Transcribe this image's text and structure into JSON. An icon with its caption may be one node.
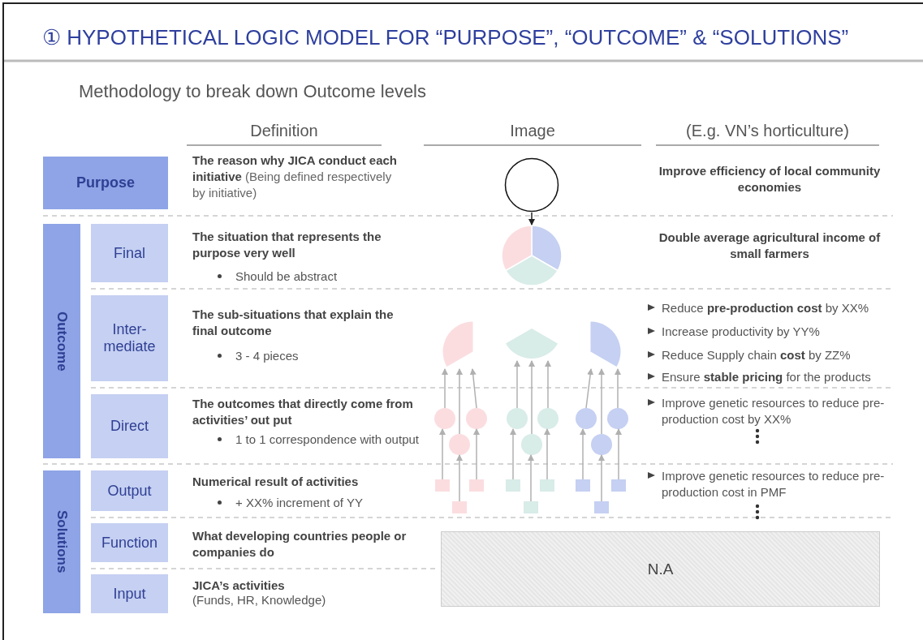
{
  "diagram": {
    "title": "① HYPOTHETICAL LOGIC MODEL FOR “PURPOSE”, “OUTCOME” & “SOLUTIONS”",
    "nodes": [
      {
        "text": [
          "Purpose"
        ]
      },
      {
        "text": [
          "Outcome"
        ]
      },
      {
        "text": [
          "Final"
        ]
      },
      {
        "text": [
          "Inter-mediate"
        ]
      },
      {
        "text": [
          "Direct"
        ]
      },
      {
        "text": [
          "Solutions"
        ]
      },
      {
        "text": [
          "Output"
        ]
      },
      {
        "text": [
          "Function"
        ]
      },
      {
        "text": [
          "Input"
        ]
      },
      {
        "text": [
          "N.A"
        ]
      },
      {
        "text": [],
        "shape": "circle"
      },
      {
        "text": [],
        "shape": "pie"
      },
      {
        "text": [],
        "shape": "wedge"
      },
      {
        "text": [],
        "shape": "wedge"
      },
      {
        "text": [],
        "shape": "wedge"
      },
      {
        "text": [],
        "shape": "circle"
      },
      {
        "text": [],
        "shape": "circle"
      },
      {
        "text": [],
        "shape": "circle"
      },
      {
        "text": [],
        "shape": "circle"
      },
      {
        "text": [],
        "shape": "circle"
      },
      {
        "text": [],
        "shape": "circle"
      },
      {
        "text": [],
        "shape": "circle"
      },
      {
        "text": [],
        "shape": "circle"
      },
      {
        "text": [],
        "shape": "circle"
      },
      {
        "text": [],
        "shape": "box"
      },
      {
        "text": [],
        "shape": "box"
      },
      {
        "text": [],
        "shape": "box"
      },
      {
        "text": [],
        "shape": "box"
      },
      {
        "text": [],
        "shape": "box"
      },
      {
        "text": [],
        "shape": "box"
      },
      {
        "text": [],
        "shape": "box"
      },
      {
        "text": [],
        "shape": "box"
      },
      {
        "text": [],
        "shape": "box"
      }
    ],
    "edges": [
      {
        "from": 10,
        "to": 11,
        "arrow": "to",
        "color": "#222222"
      },
      {
        "from": 24,
        "to": 15,
        "arrow": "to"
      },
      {
        "from": 25,
        "to": 16,
        "arrow": "to"
      },
      {
        "from": 30,
        "to": 21,
        "arrow": "to"
      },
      {
        "from": 15,
        "to": 12,
        "arrow": "to"
      },
      {
        "from": 16,
        "to": 12,
        "arrow": "to"
      },
      {
        "from": 21,
        "to": 12,
        "arrow": "to"
      },
      {
        "from": 26,
        "to": 17,
        "arrow": "to"
      },
      {
        "from": 27,
        "to": 18,
        "arrow": "to"
      },
      {
        "from": 31,
        "to": 22,
        "arrow": "to"
      },
      {
        "from": 17,
        "to": 13,
        "arrow": "to"
      },
      {
        "from": 18,
        "to": 13,
        "arrow": "to"
      },
      {
        "from": 22,
        "to": 13,
        "arrow": "to"
      },
      {
        "from": 28,
        "to": 19,
        "arrow": "to"
      },
      {
        "from": 29,
        "to": 20,
        "arrow": "to"
      },
      {
        "from": 32,
        "to": 23,
        "arrow": "to"
      },
      {
        "from": 19,
        "to": 14,
        "arrow": "to"
      },
      {
        "from": 20,
        "to": 14,
        "arrow": "to"
      },
      {
        "from": 23,
        "to": 14,
        "arrow": "to"
      }
    ],
    "labels": [
      "Methodology to break down Outcome levels",
      "Definition",
      "Image",
      "(E.g. VN’s horticulture)",
      "**The reason why JICA conduct each initiative** (Being defined respectively by initiative)",
      "Improve efficiency of local community economies",
      "The situation that represents the purpose very well",
      "Should be abstract",
      "Double average agricultural income of small farmers",
      "The sub-situations that explain the final outcome",
      "3 - 4 pieces",
      "Reduce **pre-production cost** by XX%",
      "Increase productivity by YY%",
      "Reduce Supply chain **cost** by ZZ%",
      "Ensure **stable pricing** for the products",
      "The outcomes that directly come from activities’ out put",
      "1 to 1 correspondence with output",
      "Improve genetic resources to reduce pre-production cost by XX%",
      "Numerical result of activities",
      "+ XX% increment of YY",
      "Improve genetic resources to reduce pre-production cost in PMF",
      "What developing countries people or companies do",
      "JICA’s activities",
      "(Funds, HR, Knowledge)"
    ]
  }
}
